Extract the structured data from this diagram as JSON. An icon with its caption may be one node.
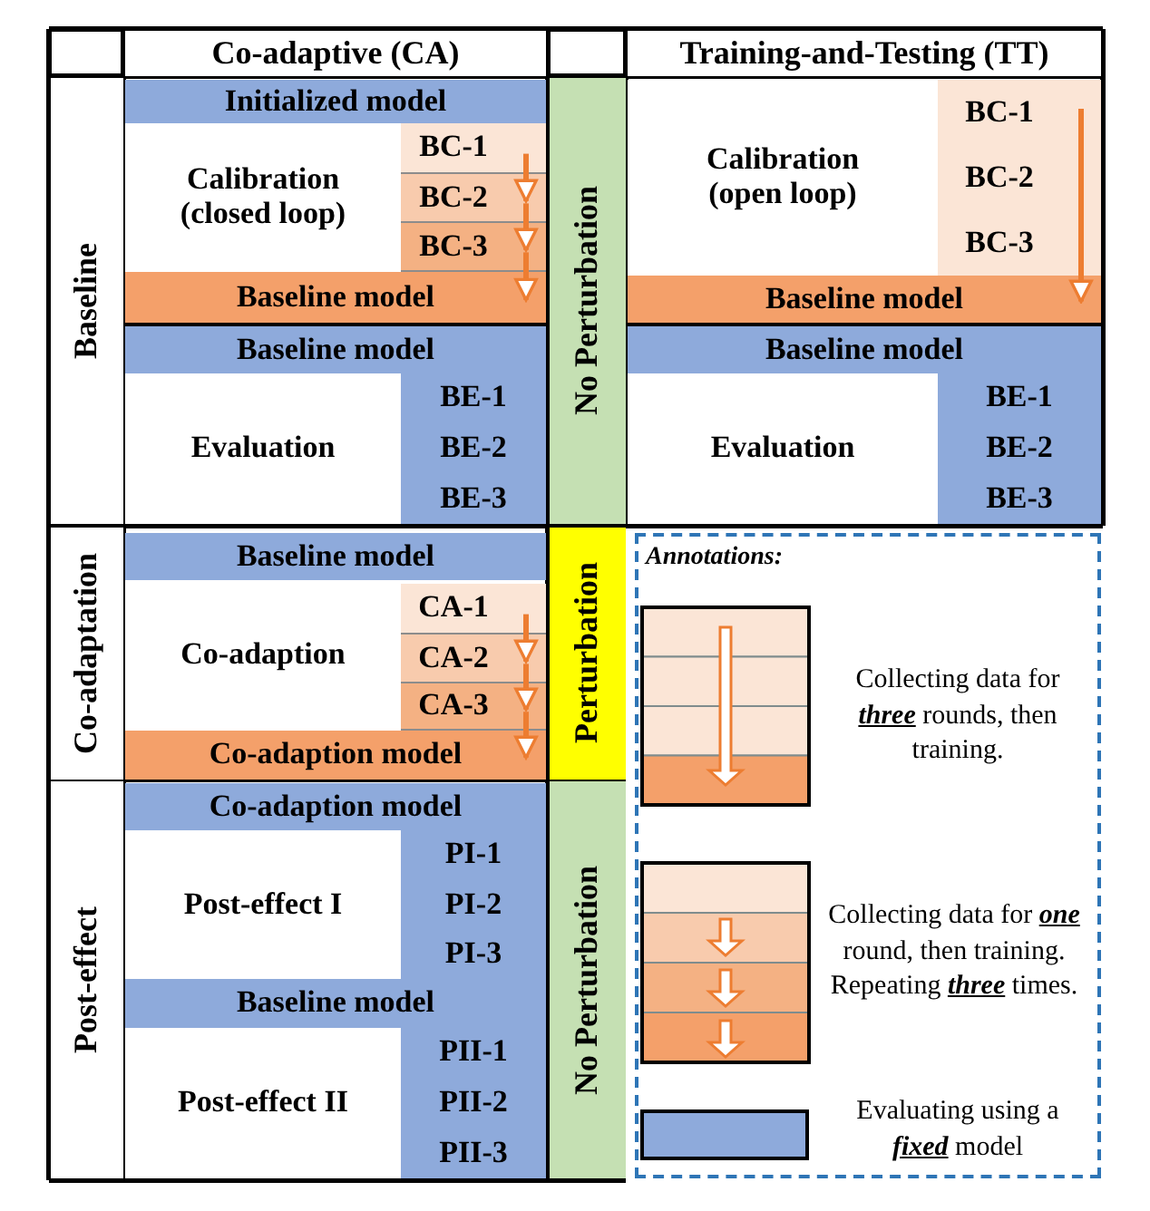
{
  "diagram": {
    "nodes": [
      {
        "text": [
          "Co-adaptive (CA)"
        ]
      },
      {
        "text": [
          "Training-and-Testing (TT)"
        ]
      },
      {
        "text": [
          "Baseline"
        ]
      },
      {
        "text": [
          "Initialized model"
        ]
      },
      {
        "text": [
          "Calibration (closed loop)"
        ]
      },
      {
        "text": [
          "BC-1"
        ]
      },
      {
        "text": [
          "BC-2"
        ]
      },
      {
        "text": [
          "BC-3"
        ]
      },
      {
        "text": [
          "Baseline model"
        ]
      },
      {
        "text": [
          "No Perturbation"
        ]
      },
      {
        "text": [
          "Calibration (open loop)"
        ]
      },
      {
        "text": [
          "BC-1",
          "BC-2",
          "BC-3"
        ]
      },
      {
        "text": [
          "Baseline model"
        ]
      },
      {
        "text": [
          "Baseline model"
        ]
      },
      {
        "text": [
          "Evaluation"
        ]
      },
      {
        "text": [
          "BE-1",
          "BE-2",
          "BE-3"
        ]
      },
      {
        "text": [
          "Baseline model"
        ]
      },
      {
        "text": [
          "Evaluation"
        ]
      },
      {
        "text": [
          "BE-1",
          "BE-2",
          "BE-3"
        ]
      },
      {
        "text": [
          "Co-adaptation"
        ]
      },
      {
        "text": [
          "Baseline model"
        ]
      },
      {
        "text": [
          "Co-adaption"
        ]
      },
      {
        "text": [
          "CA-1"
        ]
      },
      {
        "text": [
          "CA-2"
        ]
      },
      {
        "text": [
          "CA-3"
        ]
      },
      {
        "text": [
          "Co-adaption model"
        ]
      },
      {
        "text": [
          "Perturbation"
        ]
      },
      {
        "text": [
          "Post-effect"
        ]
      },
      {
        "text": [
          "Co-adaption model"
        ]
      },
      {
        "text": [
          "Post-effect I"
        ]
      },
      {
        "text": [
          "PI-1",
          "PI-2",
          "PI-3"
        ]
      },
      {
        "text": [
          "Baseline model"
        ]
      },
      {
        "text": [
          "Post-effect II"
        ]
      },
      {
        "text": [
          "PII-1",
          "PII-2",
          "PII-3"
        ]
      },
      {
        "text": [
          "No Perturbation"
        ]
      }
    ],
    "edges": [
      {
        "from": 5,
        "to": 6,
        "arrow": "to"
      },
      {
        "from": 6,
        "to": 7,
        "arrow": "to"
      },
      {
        "from": 7,
        "to": 8,
        "arrow": "to"
      },
      {
        "from": 11,
        "to": 12,
        "arrow": "to"
      },
      {
        "from": 22,
        "to": 23,
        "arrow": "to"
      },
      {
        "from": 23,
        "to": 24,
        "arrow": "to"
      },
      {
        "from": 24,
        "to": 25,
        "arrow": "to"
      }
    ],
    "labels": [
      "Annotations:"
    ],
    "legend": [
      {
        "text": "Collecting data for *three* rounds, then training."
      },
      {
        "text": "Collecting data for *one* round, then training. Repeating *three* times."
      },
      {
        "text": "Evaluating using a *fixed* model",
        "color": "#8eaadb"
      }
    ]
  }
}
